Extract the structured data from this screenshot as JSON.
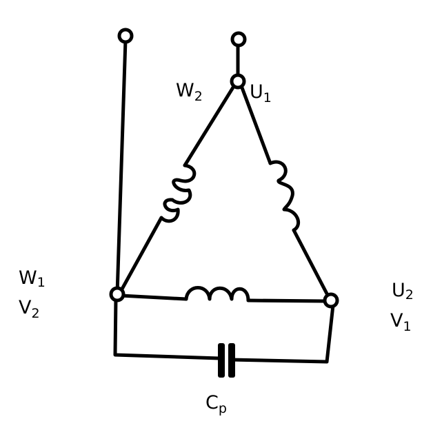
{
  "labels": {
    "w2": {
      "main": "W",
      "sub": "2"
    },
    "u1": {
      "main": "U",
      "sub": "1"
    },
    "w1": {
      "main": "W",
      "sub": "1"
    },
    "v2": {
      "main": "V",
      "sub": "2"
    },
    "u2": {
      "main": "U",
      "sub": "2"
    },
    "v1": {
      "main": "V",
      "sub": "1"
    },
    "cp": {
      "main": "C",
      "sub": "p"
    }
  },
  "colors": {
    "line": "#000000",
    "background": "#ffffff"
  }
}
